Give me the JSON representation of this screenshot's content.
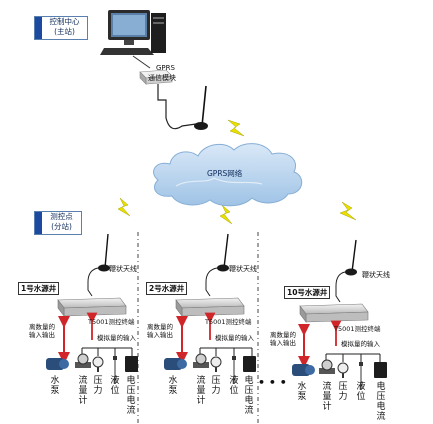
{
  "control_center": {
    "title": "控制中心",
    "subtitle": "(主站)"
  },
  "gprs_module": {
    "line1": "GPRS",
    "line2": "通信模块"
  },
  "cloud_label": "GPRS网络",
  "measure_point": {
    "title": "测控点",
    "subtitle": "(分站)"
  },
  "antenna_label": "鞭状天线",
  "terminal_label": "T5001测控终端",
  "digital_io": {
    "line1": "离数量的",
    "line2": "输入输出"
  },
  "analog_input": "模拟量的输入",
  "sensors": [
    "水泵",
    "流量计",
    "压力",
    "液位",
    "电压电流"
  ],
  "wells": [
    "1号水源井",
    "2号水源井",
    "10号水源井"
  ],
  "ellipsis": "• • •",
  "colors": {
    "cloud": "#b8d4ee",
    "lightning": "#e8e000",
    "red_arrow": "#d0262a",
    "accent": "#1c4aa0"
  }
}
